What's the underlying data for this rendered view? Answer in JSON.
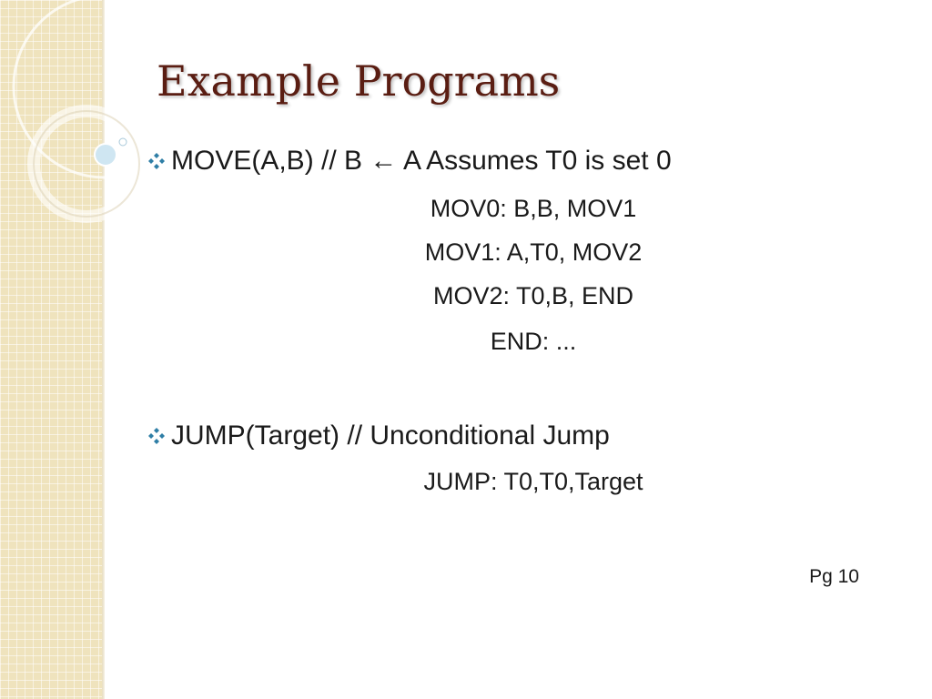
{
  "slide": {
    "title": "Example Programs",
    "bullets": [
      {
        "text": "MOVE(A,B) // B ← A Assumes T0 is set 0",
        "code_lines": [
          "MOV0: B,B, MOV1",
          "MOV1: A,T0, MOV2",
          "MOV2: T0,B, END",
          "END: ..."
        ]
      },
      {
        "text": "JUMP(Target) // Unconditional Jump",
        "code_lines": [
          "JUMP: T0,T0,Target"
        ]
      }
    ],
    "page_number": "Pg 10"
  },
  "theme": {
    "title_color": "#5a1d12",
    "strip_color": "#efe3bd",
    "bullet_color": "#2f7ea6",
    "icon": "diamond-bullet-icon"
  }
}
